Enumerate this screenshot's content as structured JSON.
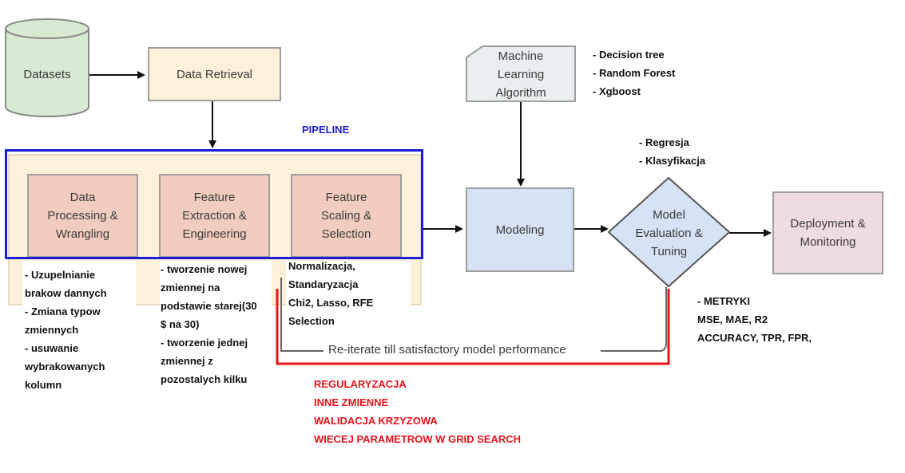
{
  "nodes": {
    "datasets": "Datasets",
    "data_retrieval": "Data Retrieval",
    "ml_algorithm": [
      "Machine",
      "Learning",
      "Algorithm"
    ],
    "data_processing": [
      "Data",
      "Processing &",
      "Wrangling"
    ],
    "feature_extraction": [
      "Feature",
      "Extraction &",
      "Engineering"
    ],
    "feature_scaling": [
      "Feature",
      "Scaling &",
      "Selection"
    ],
    "modeling": "Modeling",
    "model_evaluation": [
      "Model",
      "Evaluation &",
      "Tuning"
    ],
    "deployment": [
      "Deployment &",
      "Monitoring"
    ]
  },
  "pipeline_label": "PIPELINE",
  "reiterate_label": "Re-iterate till satisfactory model performance",
  "notes": {
    "algorithms": [
      "- Decision tree",
      "- Random Forest",
      "- Xgboost"
    ],
    "tasks": [
      "- Regresja",
      "- Klasyfikacja"
    ],
    "processing": [
      "- Uzupelnianie",
      "brakow dannych",
      "- Zmiana typow",
      "zmiennych",
      "- usuwanie",
      "wybrakowanych",
      "kolumn"
    ],
    "extraction": [
      "- tworzenie nowej",
      "zmiennej na",
      "podstawie starej(30",
      "$ na 30)",
      "- tworzenie jednej",
      "zmiennej z",
      "pozostalych kilku"
    ],
    "scaling": [
      "Normalizacja,",
      "Standaryzacja",
      "Chi2, Lasso, RFE",
      "Selection"
    ],
    "metrics": [
      "- METRYKI",
      "MSE, MAE, R2",
      "ACCURACY, TPR, FPR,"
    ],
    "improvements": [
      "REGULARYZACJA",
      "INNE ZMIENNE",
      "WALIDACJA KRZYZOWA",
      "WIECEJ PARAMETROW W GRID SEARCH"
    ]
  },
  "colors": {
    "datasets_fill": "#d7ebd2",
    "retrieval_fill": "#fdf1da",
    "ml_fill": "#e9eef0",
    "pipeline_fill": "#fdf1da",
    "step_fill": "#f2cdbf",
    "modeling_fill": "#d6e3f4",
    "evaluation_fill": "#d6e3f4",
    "deployment_fill": "#efdce3",
    "pipeline_border": "#1d1dd6",
    "reiterate_line": "#e8141b"
  }
}
